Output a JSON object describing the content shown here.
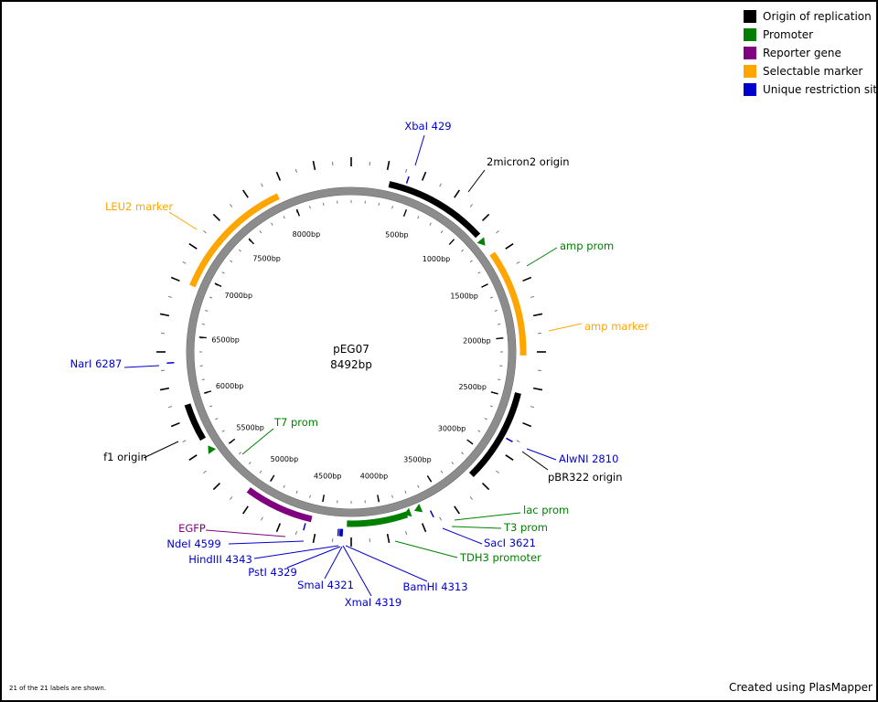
{
  "plasmid": {
    "name": "pEG07",
    "length_label": "8492bp",
    "length": 8492
  },
  "colors": {
    "origin": "#000000",
    "promoter": "#008000",
    "reporter": "#800080",
    "selectable": "#FFA500",
    "restriction": "#0000CC",
    "backbone": "#8c8c8c"
  },
  "legend": [
    {
      "label": "Origin of replication",
      "color": "#000000"
    },
    {
      "label": "Promoter",
      "color": "#008000"
    },
    {
      "label": "Reporter gene",
      "color": "#800080"
    },
    {
      "label": "Selectable marker",
      "color": "#FFA500"
    },
    {
      "label": "Unique restriction site",
      "color": "#0000CC"
    }
  ],
  "scale_labels": [
    "500bp",
    "1000bp",
    "1500bp",
    "2000bp",
    "2500bp",
    "3000bp",
    "3500bp",
    "4000bp",
    "4500bp",
    "5000bp",
    "5500bp",
    "6000bp",
    "6500bp",
    "7000bp",
    "7500bp",
    "8000bp"
  ],
  "features": [
    {
      "name": "2micron2 origin",
      "kind": "origin",
      "start": 300,
      "end": 1120
    },
    {
      "name": "amp prom",
      "kind": "promoter_arrow",
      "pos": 1180
    },
    {
      "name": "amp marker",
      "kind": "selectable",
      "start": 1300,
      "end": 2150
    },
    {
      "name": "pBR322 origin",
      "kind": "origin",
      "start": 2450,
      "end": 3200
    },
    {
      "name": "lac prom",
      "kind": "promoter_arrow",
      "pos": 3700
    },
    {
      "name": "T3 prom",
      "kind": "promoter_arrow",
      "pos": 3790
    },
    {
      "name": "TDH3 promoter",
      "kind": "promoter",
      "start": 3800,
      "end": 4280
    },
    {
      "name": "EGFP",
      "kind": "reporter",
      "start": 4560,
      "end": 5110
    },
    {
      "name": "T7 prom",
      "kind": "promoter_arrow",
      "pos": 5550
    },
    {
      "name": "f1 origin",
      "kind": "origin",
      "start": 5650,
      "end": 5950
    },
    {
      "name": "LEU2 marker",
      "kind": "selectable",
      "start": 6900,
      "end": 7900
    }
  ],
  "restriction_sites": [
    {
      "label": "XbaI 429",
      "pos": 429
    },
    {
      "label": "AlwNI 2810",
      "pos": 2810
    },
    {
      "label": "SacI 3621",
      "pos": 3621
    },
    {
      "label": "BamHI 4313",
      "pos": 4313
    },
    {
      "label": "XmaI 4319",
      "pos": 4319
    },
    {
      "label": "SmaI 4321",
      "pos": 4321
    },
    {
      "label": "PstI 4329",
      "pos": 4329
    },
    {
      "label": "HindIII 4343",
      "pos": 4343
    },
    {
      "label": "NdeI 4599",
      "pos": 4599
    },
    {
      "label": "NarI 6287",
      "pos": 6287
    }
  ],
  "footer": {
    "labels_shown": "21 of the 21 labels are shown.",
    "credit": "Created using PlasMapper"
  }
}
